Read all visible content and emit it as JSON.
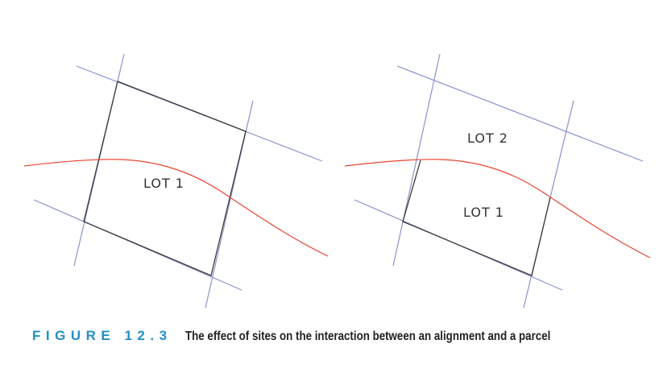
{
  "panels": [
    {
      "lot_labels": [
        "LOT 1"
      ]
    },
    {
      "lot_labels": [
        "LOT 2",
        "LOT 1"
      ]
    }
  ],
  "caption": {
    "label": "FIGURE 12.3",
    "text": "The effect of sites on the interaction between an alignment and a parcel"
  },
  "colors": {
    "alignment": "#e8452f",
    "parcel_lines": "#3a3a3a",
    "construction_lines": "#8a93cf",
    "caption_label": "#1f8fc8"
  }
}
